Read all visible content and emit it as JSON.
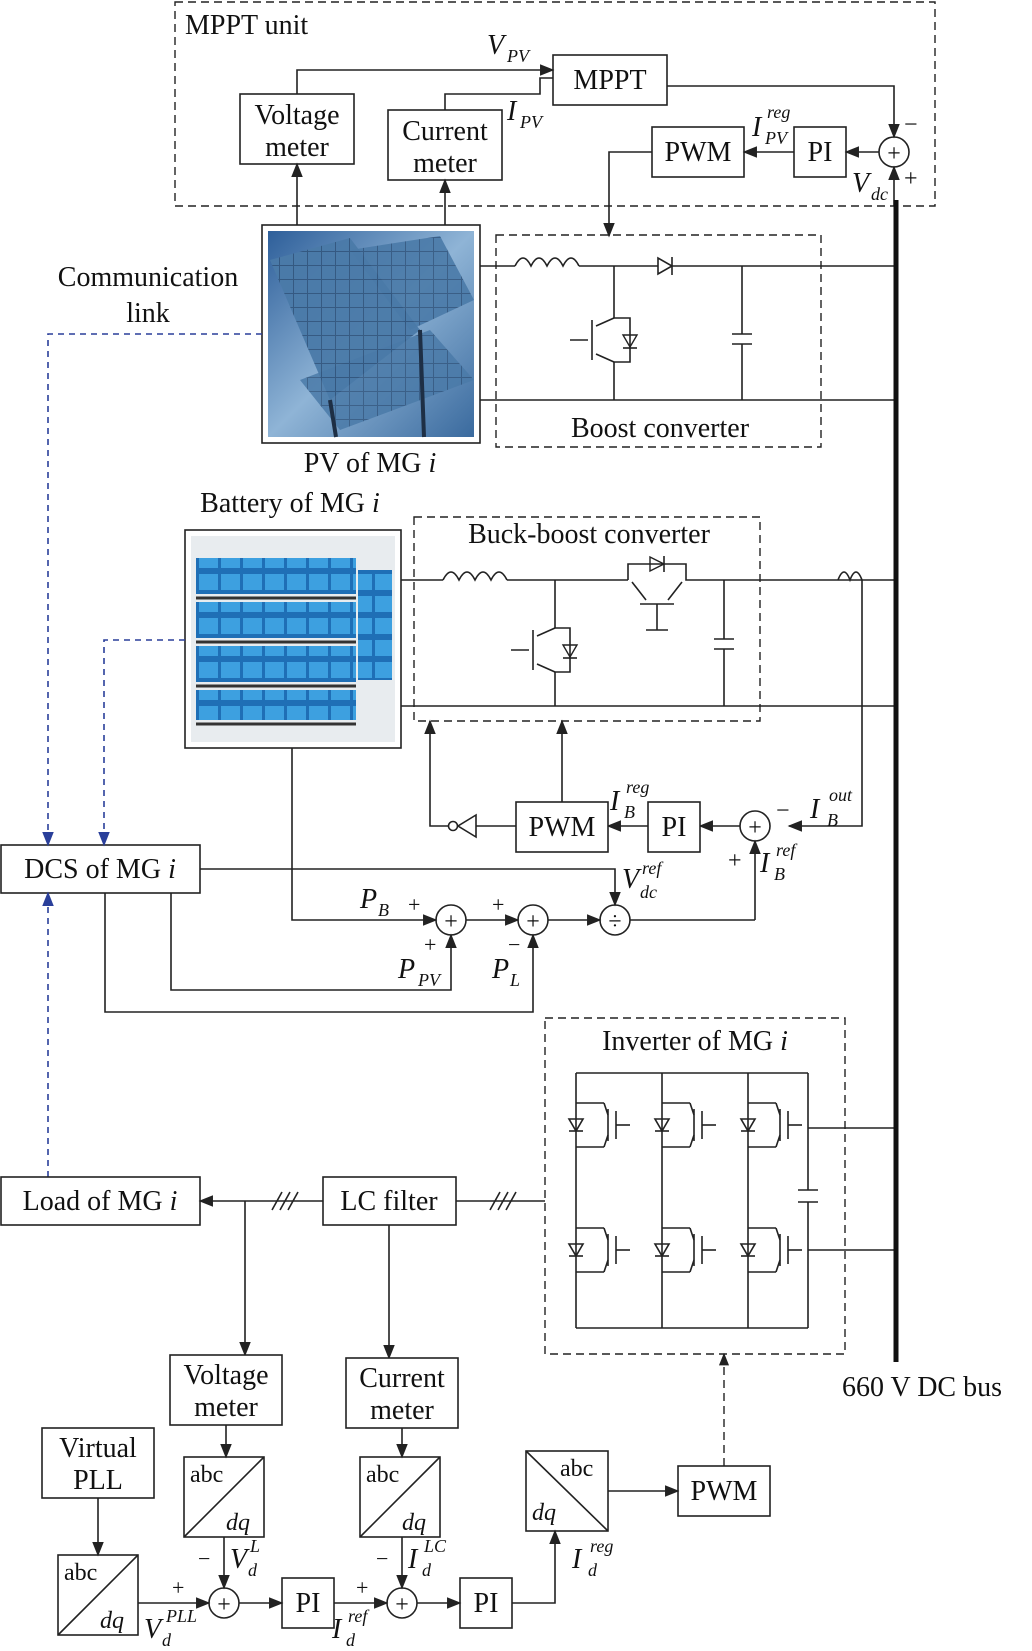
{
  "mppt": {
    "region": "MPPT unit",
    "voltage_meter": [
      "Voltage",
      "meter"
    ],
    "current_meter": [
      "Current",
      "meter"
    ],
    "mppt_block": "MPPT",
    "pwm": "PWM",
    "pi": "PI",
    "v_pv": "V",
    "v_pv_sub": "PV",
    "i_pv": "I",
    "i_pv_sub": "PV",
    "i_reg": "I",
    "i_reg_sub": "PV",
    "i_reg_sup": "reg",
    "v_dc": "V",
    "v_dc_sub": "dc",
    "minus": "−",
    "plus": "+"
  },
  "comm": [
    "Communication",
    "link"
  ],
  "pv": {
    "caption": "PV of MG ",
    "caption_i": "i"
  },
  "boost": {
    "label": "Boost converter"
  },
  "battery": {
    "caption": "Battery of MG ",
    "caption_i": "i"
  },
  "buckboost": {
    "label": "Buck-boost converter",
    "pwm": "PWM",
    "pi": "PI",
    "i_reg": "I",
    "i_reg_sub": "B",
    "i_reg_sup": "reg",
    "i_out": "I",
    "i_out_sub": "B",
    "i_out_sup": "out",
    "i_ref": "I",
    "i_ref_sub": "B",
    "i_ref_sup": "ref",
    "v_ref": "V",
    "v_ref_sub": "dc",
    "v_ref_sup": "ref",
    "p_b": "P",
    "p_b_sub": "B",
    "p_pv": "P",
    "p_pv_sub": "PV",
    "p_l": "P",
    "p_l_sub": "L"
  },
  "dcs": {
    "label": "DCS of MG ",
    "label_i": "i"
  },
  "inverter": {
    "label": "Inverter of MG ",
    "label_i": "i"
  },
  "bus": {
    "label": "660 V DC bus"
  },
  "load": {
    "label": "Load of MG ",
    "label_i": "i"
  },
  "lc": {
    "label": "LC filter"
  },
  "inv_ctrl": {
    "voltage_meter": [
      "Voltage",
      "meter"
    ],
    "current_meter": [
      "Current",
      "meter"
    ],
    "vpll": [
      "Virtual",
      "PLL"
    ],
    "abc": "abc",
    "dq": "dq",
    "pi": "PI",
    "pwm": "PWM",
    "v_l": "V",
    "v_l_sub": "d",
    "v_l_sup": "L",
    "v_pll": "V",
    "v_pll_sub": "d",
    "v_pll_sup": "PLL",
    "i_lc": "I",
    "i_lc_sub": "d",
    "i_lc_sup": "LC",
    "i_ref": "I",
    "i_ref_sub": "d",
    "i_ref_sup": "ref",
    "i_reg": "I",
    "i_reg_sub": "d",
    "i_reg_sup": "reg"
  },
  "symbols": {
    "plus": "+",
    "minus": "−",
    "sum": "+",
    "div": "÷"
  }
}
